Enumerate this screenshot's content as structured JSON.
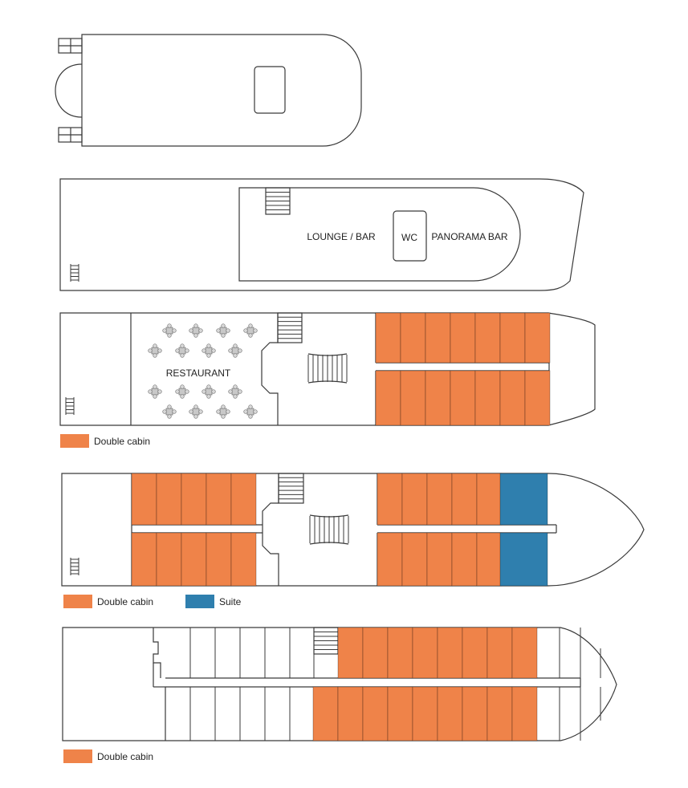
{
  "colors": {
    "double_cabin": "#ef8349",
    "suite": "#2f7fae",
    "outline": "#3a3a3a",
    "table": "#c8c8c8"
  },
  "decks": [
    {
      "id": "sun-deck",
      "labels": {}
    },
    {
      "id": "lounge-deck",
      "labels": {
        "lounge": "LOUNGE / BAR",
        "wc": "WC",
        "panorama": "PANORAMA BAR"
      }
    },
    {
      "id": "restaurant-deck",
      "labels": {
        "restaurant": "RESTAURANT"
      }
    },
    {
      "id": "suite-deck",
      "labels": {}
    },
    {
      "id": "lower-deck",
      "labels": {}
    }
  ],
  "legends": [
    {
      "items": [
        {
          "label": "Double cabin",
          "color_key": "double_cabin"
        }
      ]
    },
    {
      "items": [
        {
          "label": "Double cabin",
          "color_key": "double_cabin"
        },
        {
          "label": "Suite",
          "color_key": "suite"
        }
      ]
    },
    {
      "items": [
        {
          "label": "Double cabin",
          "color_key": "double_cabin"
        }
      ]
    }
  ]
}
